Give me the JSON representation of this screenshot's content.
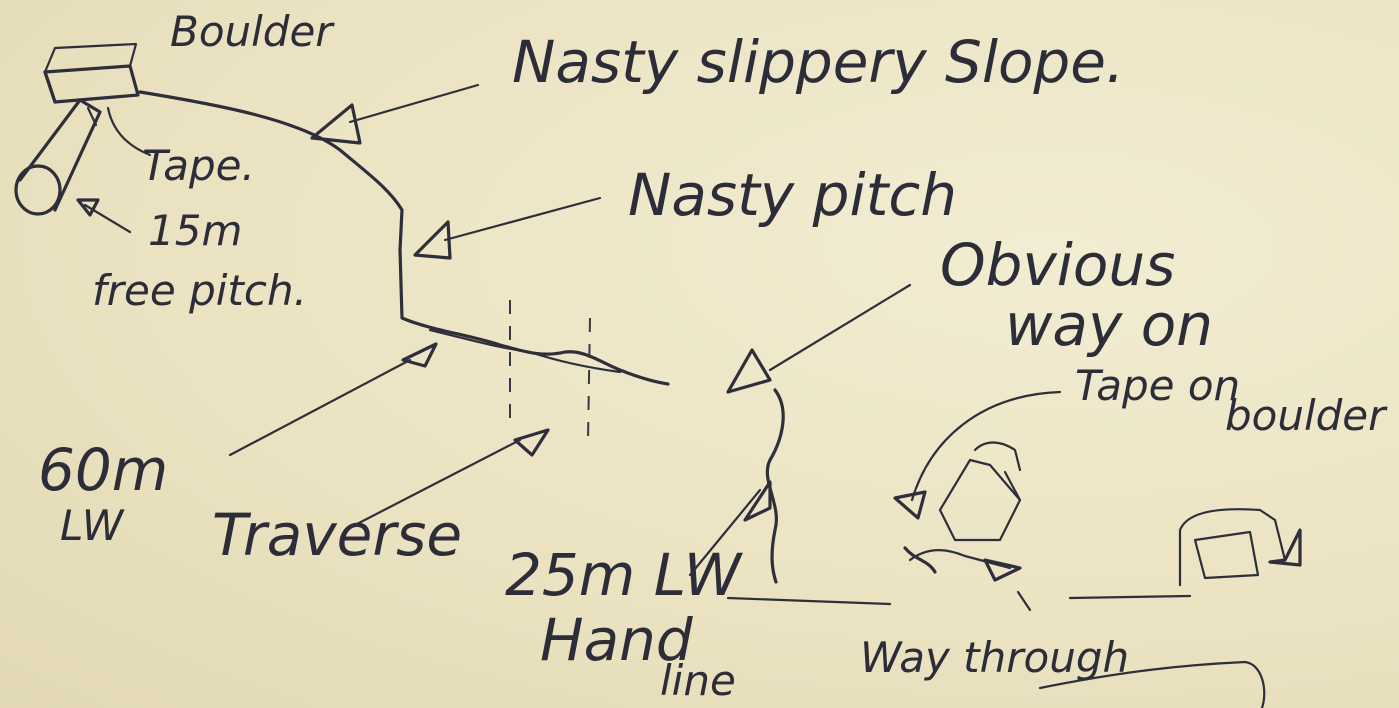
{
  "labels": {
    "boulder": "Boulder",
    "nasty_slope": "Nasty slippery Slope.",
    "tape_top": "Tape.",
    "nasty_pitch": "Nasty pitch",
    "pitch_15m": "15m",
    "free_pitch": "free pitch.",
    "obvious": "Obvious",
    "way_on": "way on",
    "lw_60m": "60m",
    "lw_60m_b": "LW",
    "traverse": "Traverse",
    "tape_on": "Tape on",
    "boulder2": "boulder",
    "lw_25m": "25m LW",
    "hand": "Hand",
    "line": "line",
    "way_through": "Way through"
  },
  "colors": {
    "paper": "#ece5c4",
    "ink": "#2e2f3a"
  }
}
